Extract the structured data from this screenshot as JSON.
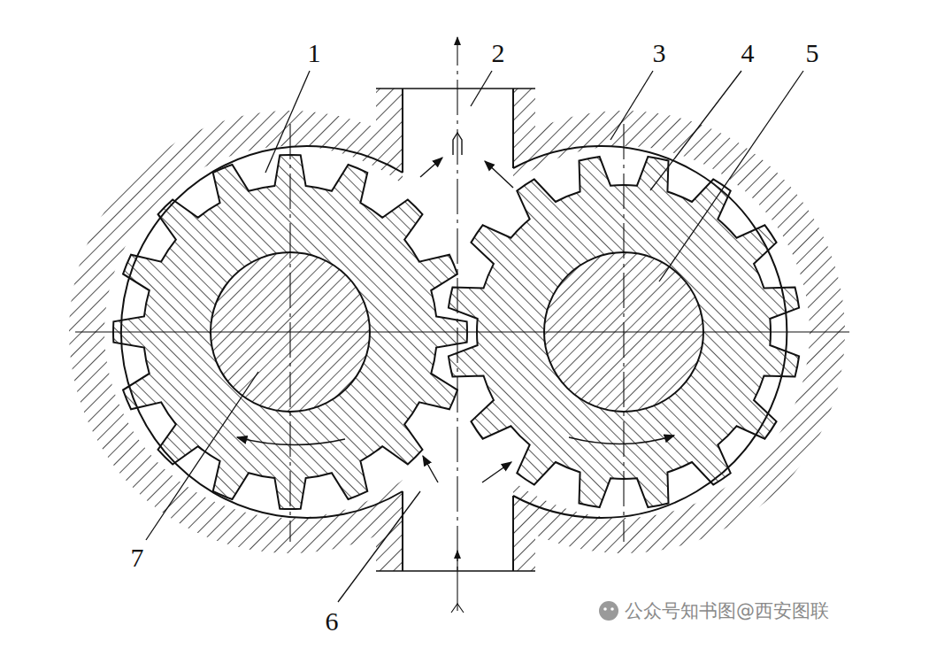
{
  "diagram": {
    "labels": [
      "1",
      "2",
      "3",
      "4",
      "5",
      "6",
      "7",
      "公众号知书图@西安图联"
    ]
  }
}
